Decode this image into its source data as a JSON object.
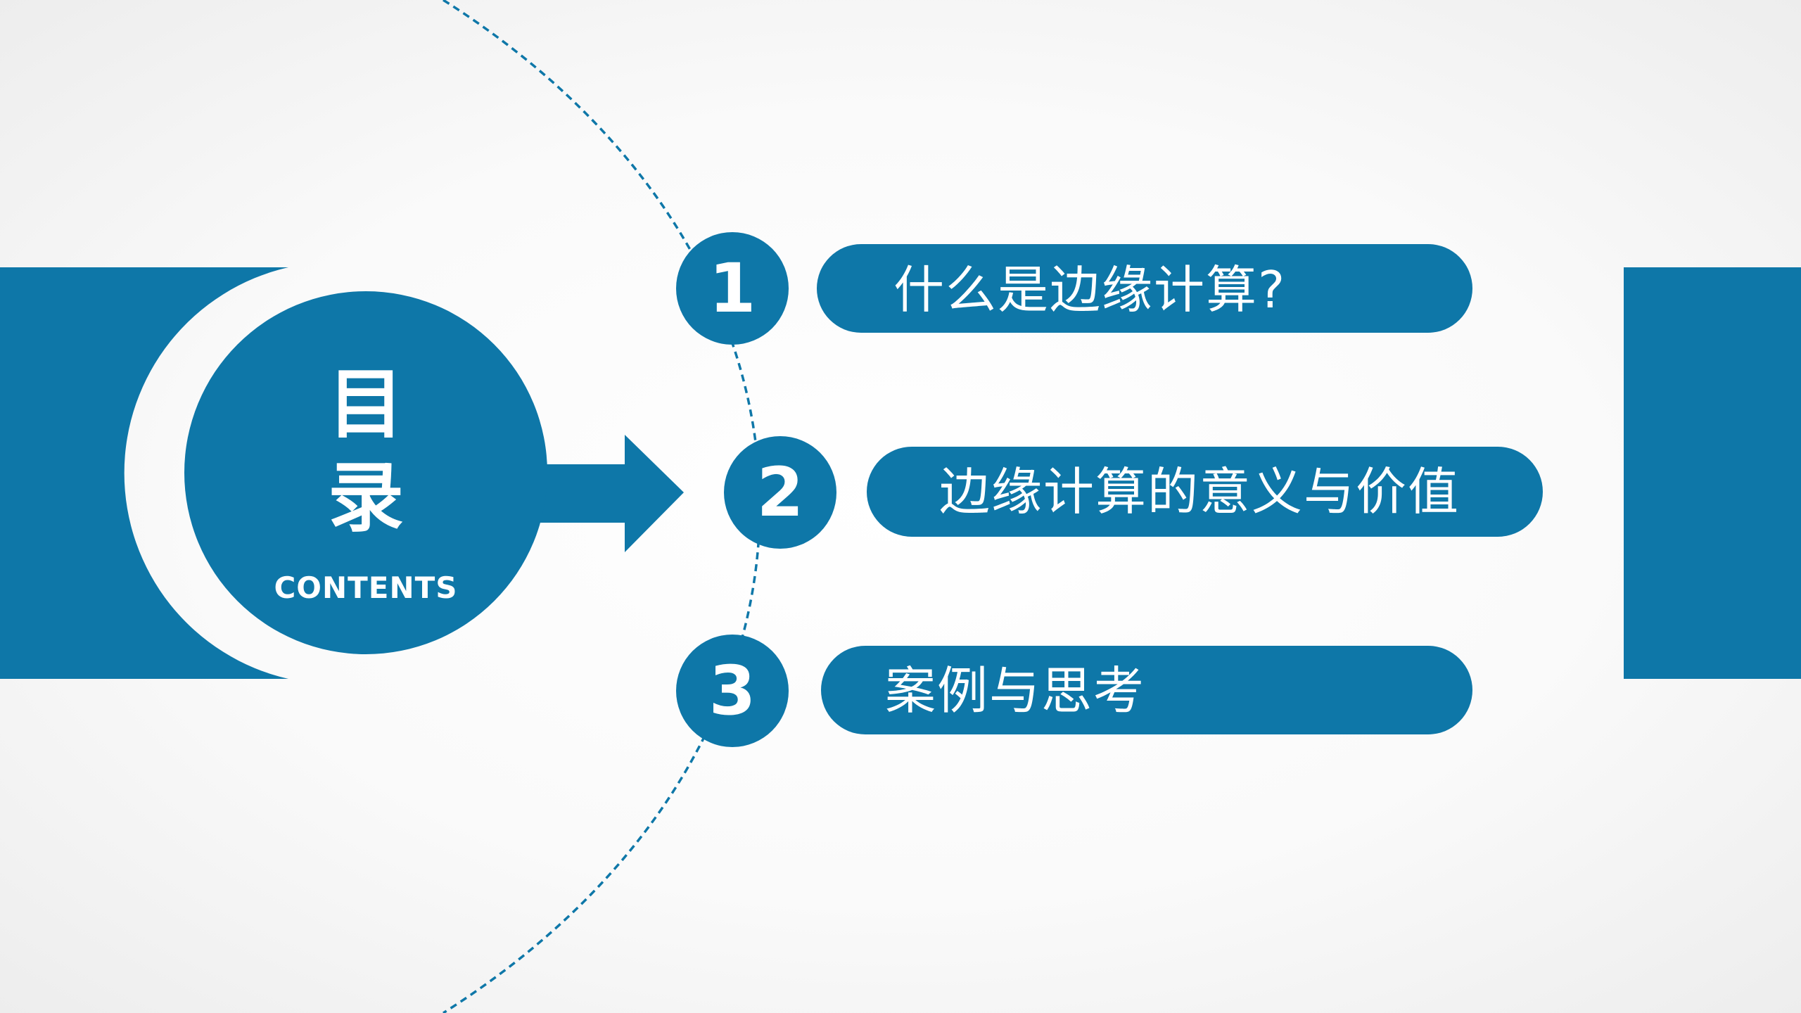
{
  "slide": {
    "title_line1": "目",
    "title_line2": "录",
    "subtitle": "CONTENTS",
    "colors": {
      "primary": "#0e77a8",
      "background": "#f7f7f7",
      "text": "#ffffff",
      "dashed_arc": "#0e77a8"
    }
  },
  "toc": {
    "items": [
      {
        "number": "1",
        "label": "什么是边缘计算?"
      },
      {
        "number": "2",
        "label": "边缘计算的意义与价值"
      },
      {
        "number": "3",
        "label": "案例与思考"
      }
    ]
  }
}
